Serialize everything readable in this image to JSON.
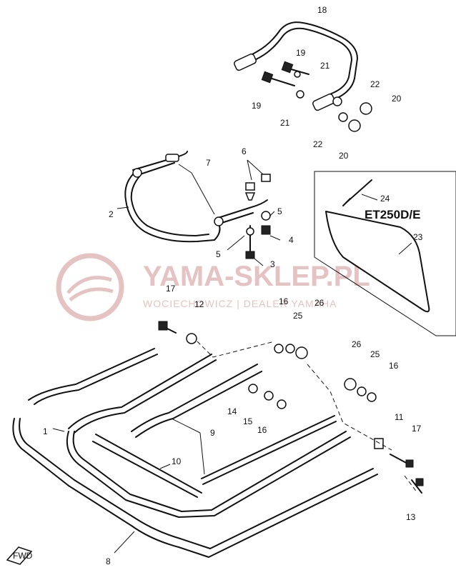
{
  "watermark": {
    "title": "YAMA-SKLEP.PL",
    "subtitle": "WOCIECHOWICZ | DEALER YAMAHA"
  },
  "variant_label": "ET250D/E",
  "fwd_label": "FWD",
  "callouts": {
    "c18": "18",
    "c19a": "19",
    "c21a": "21",
    "c19b": "19",
    "c21b": "21",
    "c22a": "22",
    "c20a": "20",
    "c22b": "22",
    "c20b": "20",
    "c7": "7",
    "c6": "6",
    "c2": "2",
    "c5a": "5",
    "c4": "4",
    "c5b": "5",
    "c3": "3",
    "c24": "24",
    "c23": "23",
    "c17a": "17",
    "c12": "12",
    "c16a": "16",
    "c25a": "25",
    "c26a": "26",
    "c26b": "26",
    "c25b": "25",
    "c16b": "16",
    "c14": "14",
    "c15": "15",
    "c16c": "16",
    "c11": "11",
    "c17b": "17",
    "c1": "1",
    "c9": "9",
    "c10": "10",
    "c13": "13",
    "c8": "8"
  },
  "colors": {
    "ink": "#111111",
    "watermark": "#e6c3c3",
    "background": "#ffffff"
  }
}
